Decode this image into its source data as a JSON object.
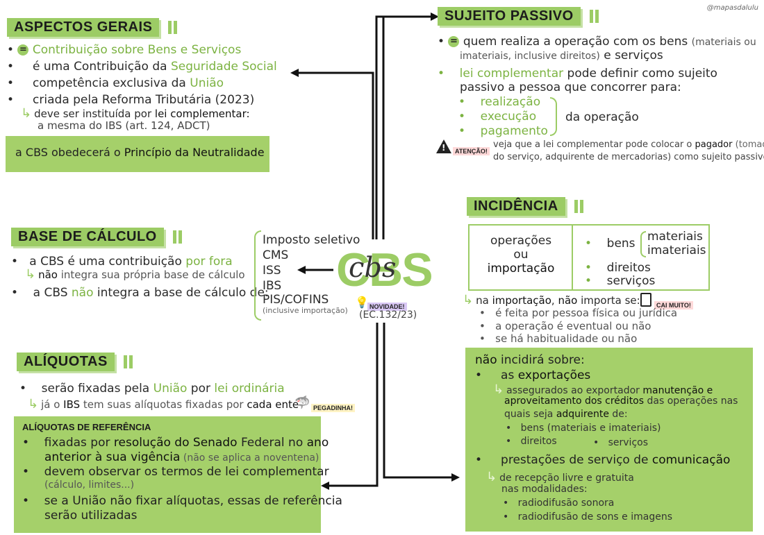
{
  "watermark": "@mapasdalulu",
  "center": {
    "logo_text": "CBS",
    "novidade_tag": "NOVIDADE!",
    "ec": "(EC.132/23)",
    "bracket_items": [
      "Imposto seletivo",
      "CMS",
      "ISS",
      "IBS",
      "PIS/COFINS"
    ],
    "bracket_note": "(inclusive importação)"
  },
  "aspectos": {
    "title": "ASPECTOS GERAIS",
    "eq_line": "Contribuição sobre Bens e Serviços",
    "l2a": "é uma Contribuição da ",
    "l2b": "Seguridade Social",
    "l3a": "competência exclusiva da ",
    "l3b": "União",
    "l4": "criada pela Reforma Tributária (2023)",
    "l5a": "deve ser instituída por ",
    "l5b": "lei complementar:",
    "l6": "a mesma do IBS (art. 124, ADCT)",
    "box_a": "a CBS obedecerá o ",
    "box_b": "Princípio da Neutralidade"
  },
  "base": {
    "title": "BASE DE CÁLCULO",
    "l1a": "a CBS é uma contribuição ",
    "l1b": "por fora",
    "l2a": "não",
    "l2b": " integra sua própria base de cálculo",
    "l3a": "a CBS ",
    "l3b": "não",
    "l3c": " integra a base de cálculo de:"
  },
  "aliquotas": {
    "title": "ALÍQUOTAS",
    "l1a": "serão fixadas pela ",
    "l1b": "União",
    "l1c": " por ",
    "l1d": "lei ordinária",
    "l2a": "já o ",
    "l2b": "IBS",
    "l2c": " tem suas alíquotas fixadas por ",
    "l2d": "cada ente",
    "pegadinha": "PEGADINHA!",
    "ref_title": "ALÍQUOTAS DE REFERÊNCIA",
    "r1a": "fixadas por ",
    "r1b": "resolução do Senado",
    "r1c": " Federal no ",
    "r1d": "ano",
    "r2a": "anterior à sua vigência",
    "r2b": " (não se aplica a noventena)",
    "r3": "devem observar os termos de lei complementar",
    "r4": "(cálculo, limites...)",
    "r5": "se a União não fixar alíquotas, essas de referência",
    "r6": "serão utilizadas"
  },
  "sujeito": {
    "title": "SUJEITO PASSIVO",
    "l1a": "quem realiza a operação com os bens ",
    "l1b": "(materiais ou",
    "l2a": "imateriais, inclusive direitos)",
    "l2b": " e serviços",
    "l3a": "lei complementar",
    "l3b": " pode definir como sujeito",
    "l4": "passivo a pessoa que concorrer para:",
    "items": [
      "realização",
      "execução",
      "pagamento"
    ],
    "da_operacao": "da operação",
    "atencao": "ATENÇÃO!",
    "n1a": "veja que a lei complementar pode colocar o ",
    "n1b": "pagador",
    "n1c": " (tomador",
    "n2": "do serviço, adquirente de mercadorias) como sujeito passivo!"
  },
  "incidencia": {
    "title": "INCIDÊNCIA",
    "left1": "operações",
    "left2": "ou",
    "left3": "importação",
    "bens": "bens",
    "materiais": "materiais",
    "imateriais": "imateriais",
    "direitos": "direitos",
    "servicos": "serviços",
    "imp_a": "na ",
    "imp_b": "importação",
    "imp_c": ", ",
    "imp_d": "não",
    "imp_e": " importa se:",
    "cai_muito": "CAI MUITO!",
    "i1": "é feita por pessoa física ou jurídica",
    "i2": "a operação é eventual ou não",
    "i3": "se há habitualidade ou não"
  },
  "nao_incidira": {
    "title_a": "não",
    "title_b": " incidirá sobre:",
    "e1a": "as ",
    "e1b": "exportações",
    "e2a": "assegurados ao exportador ",
    "e2b": "manutenção",
    "e2c": " e",
    "e3a": "aproveitamento dos créditos",
    "e3b": " das operações nas",
    "e4a": "quais seja ",
    "e4b": "adquirente",
    "e4c": " de:",
    "e5": "bens (materiais e imateriais)",
    "e6": "direitos",
    "e7": "serviços",
    "c1a": "prestações de serviço de ",
    "c1b": "comunicação",
    "c2": "de recepção livre e gratuita",
    "c3": "nas modalidades:",
    "c4": "radiodifusão sonora",
    "c5": "radiodifusão de sons e imagens"
  }
}
